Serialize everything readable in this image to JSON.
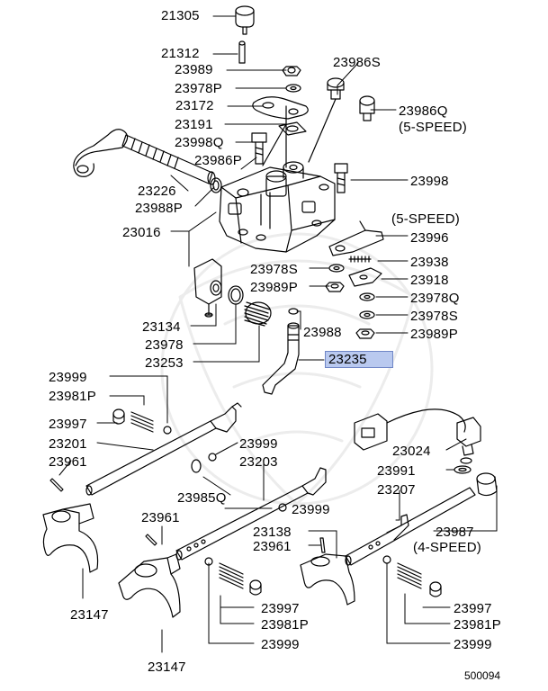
{
  "diagram": {
    "reference_number": "500094",
    "highlighted_part": "23235",
    "highlight_color": "#b9c9ef",
    "part_numbers": {
      "p21305": "21305",
      "p21312": "21312",
      "p23989_top": "23989",
      "p23978P": "23978P",
      "p23172": "23172",
      "p23191": "23191",
      "p23998Q": "23998Q",
      "p23986P": "23986P",
      "p23226": "23226",
      "p23988P": "23988P",
      "p23016": "23016",
      "p23978S_left": "23978S",
      "p23989P_left": "23989P",
      "p23134": "23134",
      "p23978": "23978",
      "p23253": "23253",
      "p23988": "23988",
      "p23235": "23235",
      "p23986S": "23986S",
      "p23986Q": "23986Q",
      "speed5_a": "(5-SPEED)",
      "p23998": "23998",
      "speed5_b": "(5-SPEED)",
      "p23996": "23996",
      "p23938": "23938",
      "p23918": "23918",
      "p23978Q": "23978Q",
      "p23978S_right": "23978S",
      "p23989P_right": "23989P",
      "p23999_a": "23999",
      "p23981P_a": "23981P",
      "p23997_a": "23997",
      "p23201": "23201",
      "p23961_a": "23961",
      "p23999_b": "23999",
      "p23203": "23203",
      "p23985Q": "23985Q",
      "p23024": "23024",
      "p23991": "23991",
      "p23207": "23207",
      "p23999_c": "23999",
      "p23961_b": "23961",
      "p23138": "23138",
      "p23961_c": "23961",
      "p23987": "23987",
      "speed4": "(4-SPEED)",
      "p23147_a": "23147",
      "p23997_b": "23997",
      "p23981P_b": "23981P",
      "p23999_d": "23999",
      "p23147_b": "23147",
      "p23997_c": "23997",
      "p23981P_c": "23981P",
      "p23999_e": "23999"
    }
  }
}
